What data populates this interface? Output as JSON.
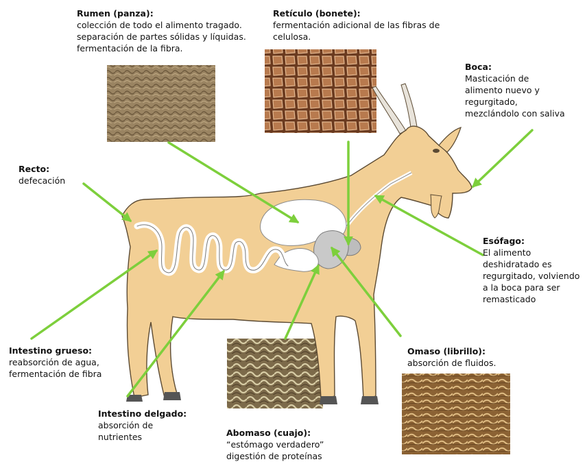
{
  "labels": {
    "rumen": {
      "title": "Rumen (panza):",
      "desc": "colección de todo el alimento tragado.\nseparación de partes sólidas y líquidas.\nfermentación de la fibra."
    },
    "reticulo": {
      "title": "Retículo (bonete):",
      "desc": "fermentación adicional de las fibras de\ncelulosa."
    },
    "boca": {
      "title": "Boca:",
      "desc": "Masticación de\nalimento nuevo y\nregurgitado,\nmezclándolo con saliva"
    },
    "recto": {
      "title": "Recto:",
      "desc": "defecación"
    },
    "esofago": {
      "title": "Esófago:",
      "desc": "El alimento\ndeshidratado es\nregurgitado, volviendo\na la boca para ser\nremasticado"
    },
    "intestino_grueso": {
      "title": "Intestino grueso:",
      "desc": "reabsorción de agua,\nfermentación de fibra"
    },
    "omaso": {
      "title": "Omaso (librillo):",
      "desc": "absorción de fluidos."
    },
    "intestino_delgado": {
      "title": "Intestino delgado:",
      "desc": "absorción de\nnutrientes"
    },
    "abomaso": {
      "title": "Abomaso (cuajo):",
      "desc": "“estómago verdadero”\ndigestión de proteínas"
    }
  },
  "colors": {
    "goat_body": "#f2cf95",
    "goat_outline": "#5b4a33",
    "organ_white": "#ffffff",
    "organ_gray": "#c9c9c9",
    "arrow_green": "#7dcf3c"
  }
}
